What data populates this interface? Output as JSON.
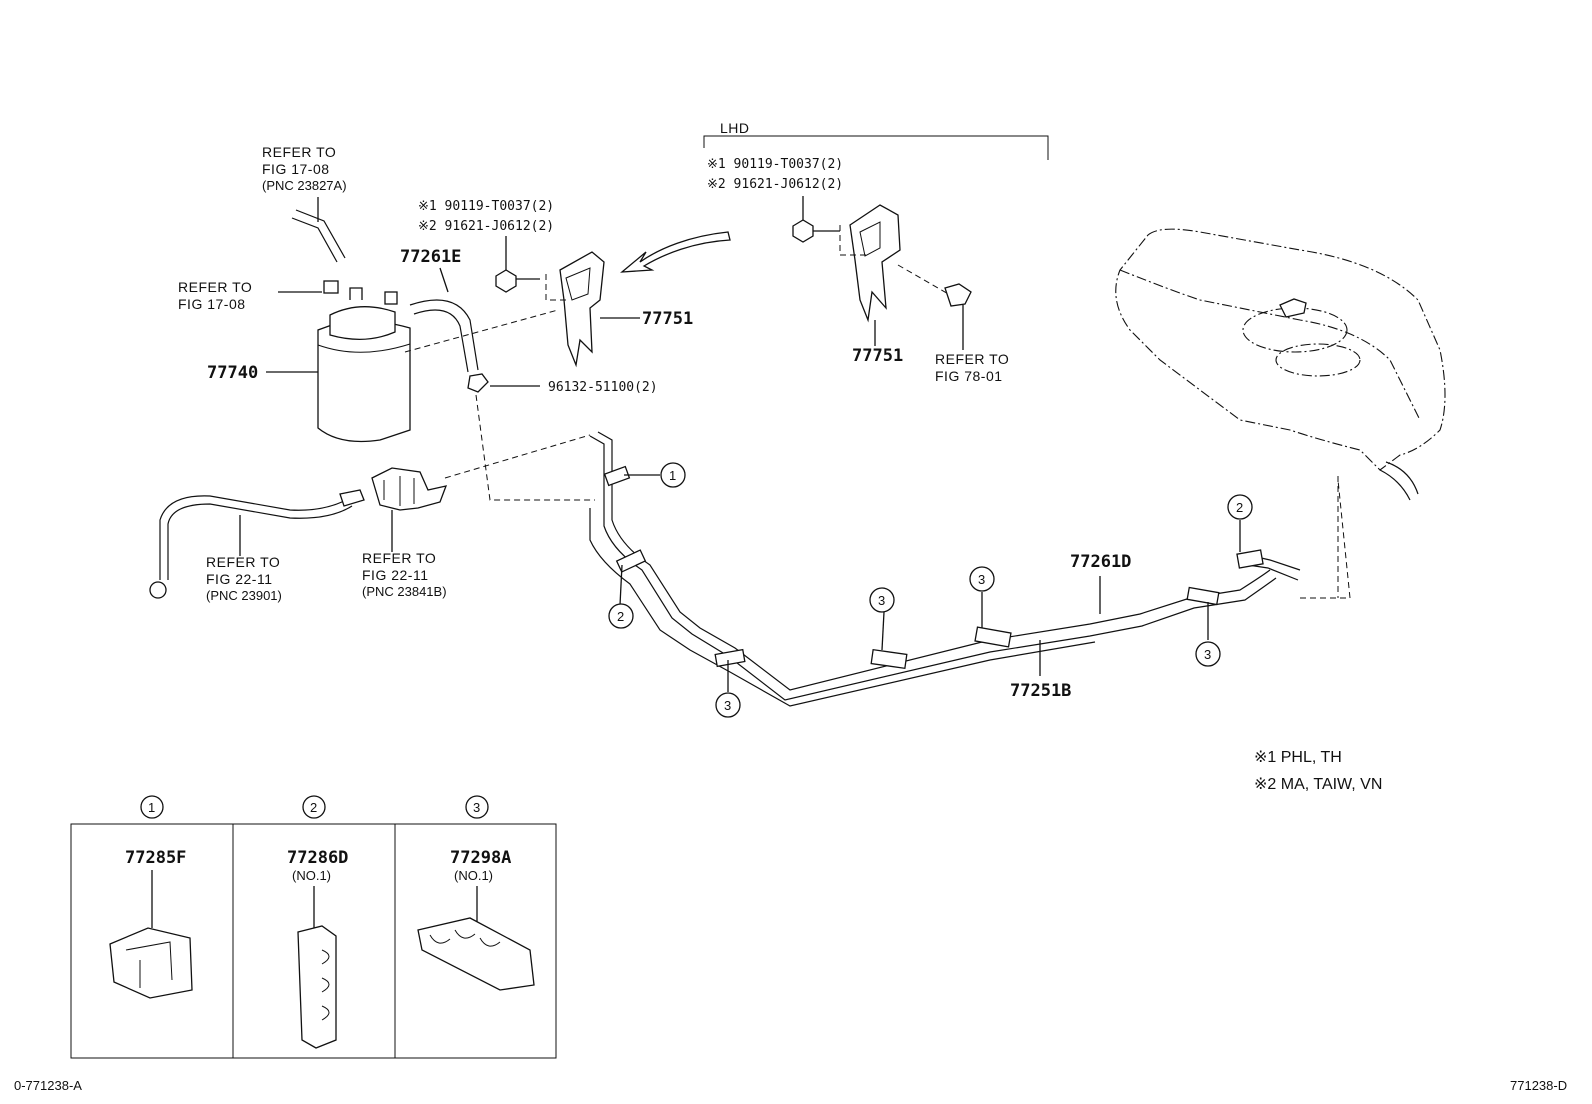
{
  "diagram": {
    "lhd_label": "LHD",
    "lhd_bolt_1": "※1 90119-T0037(2)",
    "lhd_bolt_2": "※2 91621-J0612(2)",
    "bolt_1": "※1 90119-T0037(2)",
    "bolt_2": "※2 91621-J0612(2)",
    "refer_17_08_pnc": [
      "REFER TO",
      "FIG 17-08",
      "(PNC 23827A)"
    ],
    "refer_17_08": [
      "REFER TO",
      "FIG 17-08"
    ],
    "refer_78_01": [
      "REFER TO",
      "FIG 78-01"
    ],
    "refer_22_11_a": [
      "REFER TO",
      "FIG 22-11",
      "(PNC 23901)"
    ],
    "refer_22_11_b": [
      "REFER TO",
      "FIG 22-11",
      "(PNC 23841B)"
    ],
    "parts": {
      "hose_e": "77261E",
      "bracket_left": "77751",
      "bracket_right": "77751",
      "canister": "77740",
      "clip": "96132-51100(2)",
      "tube_d": "77261D",
      "tube_b": "77251B"
    },
    "notes": [
      "※1  PHL, TH",
      "※2  MA, TAIW, VN"
    ],
    "callouts": [
      "1",
      "2",
      "3"
    ],
    "legend": [
      {
        "num": "1",
        "part": "77285F",
        "sub": ""
      },
      {
        "num": "2",
        "part": "77286D",
        "sub": "(NO.1)"
      },
      {
        "num": "3",
        "part": "77298A",
        "sub": "(NO.1)"
      }
    ],
    "footer_left": "0-771238-A",
    "footer_right": "771238-D"
  }
}
